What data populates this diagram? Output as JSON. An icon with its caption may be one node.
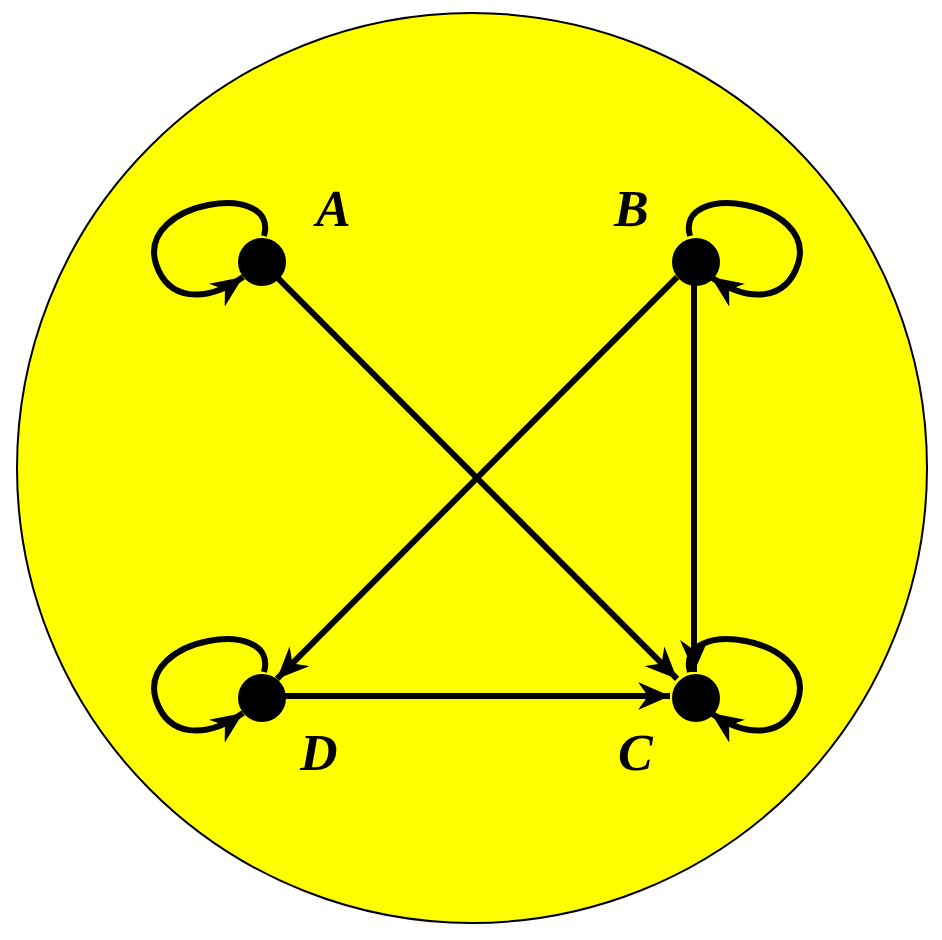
{
  "diagram": {
    "nodes": [
      {
        "text": [],
        "shape": "circle"
      },
      {
        "text": [],
        "shape": "circle",
        "beside": [
          "A"
        ],
        "in": 0
      },
      {
        "text": [],
        "shape": "circle",
        "beside": [
          "B"
        ],
        "in": 0
      },
      {
        "text": [],
        "shape": "circle",
        "beside": [
          "D"
        ],
        "in": 0
      },
      {
        "text": [],
        "shape": "circle",
        "beside": [
          "C"
        ],
        "in": 0
      }
    ],
    "edges": [
      {
        "from": 1,
        "to": 1,
        "arrow": "to"
      },
      {
        "from": 2,
        "to": 2,
        "arrow": "to"
      },
      {
        "from": 3,
        "to": 3,
        "arrow": "to"
      },
      {
        "from": 4,
        "to": 4,
        "arrow": "to"
      },
      {
        "from": 1,
        "to": 4,
        "arrow": "to"
      },
      {
        "from": 2,
        "to": 3,
        "arrow": "to"
      },
      {
        "from": 2,
        "to": 4,
        "arrow": "to"
      },
      {
        "from": 3,
        "to": 4,
        "arrow": "to"
      }
    ]
  }
}
